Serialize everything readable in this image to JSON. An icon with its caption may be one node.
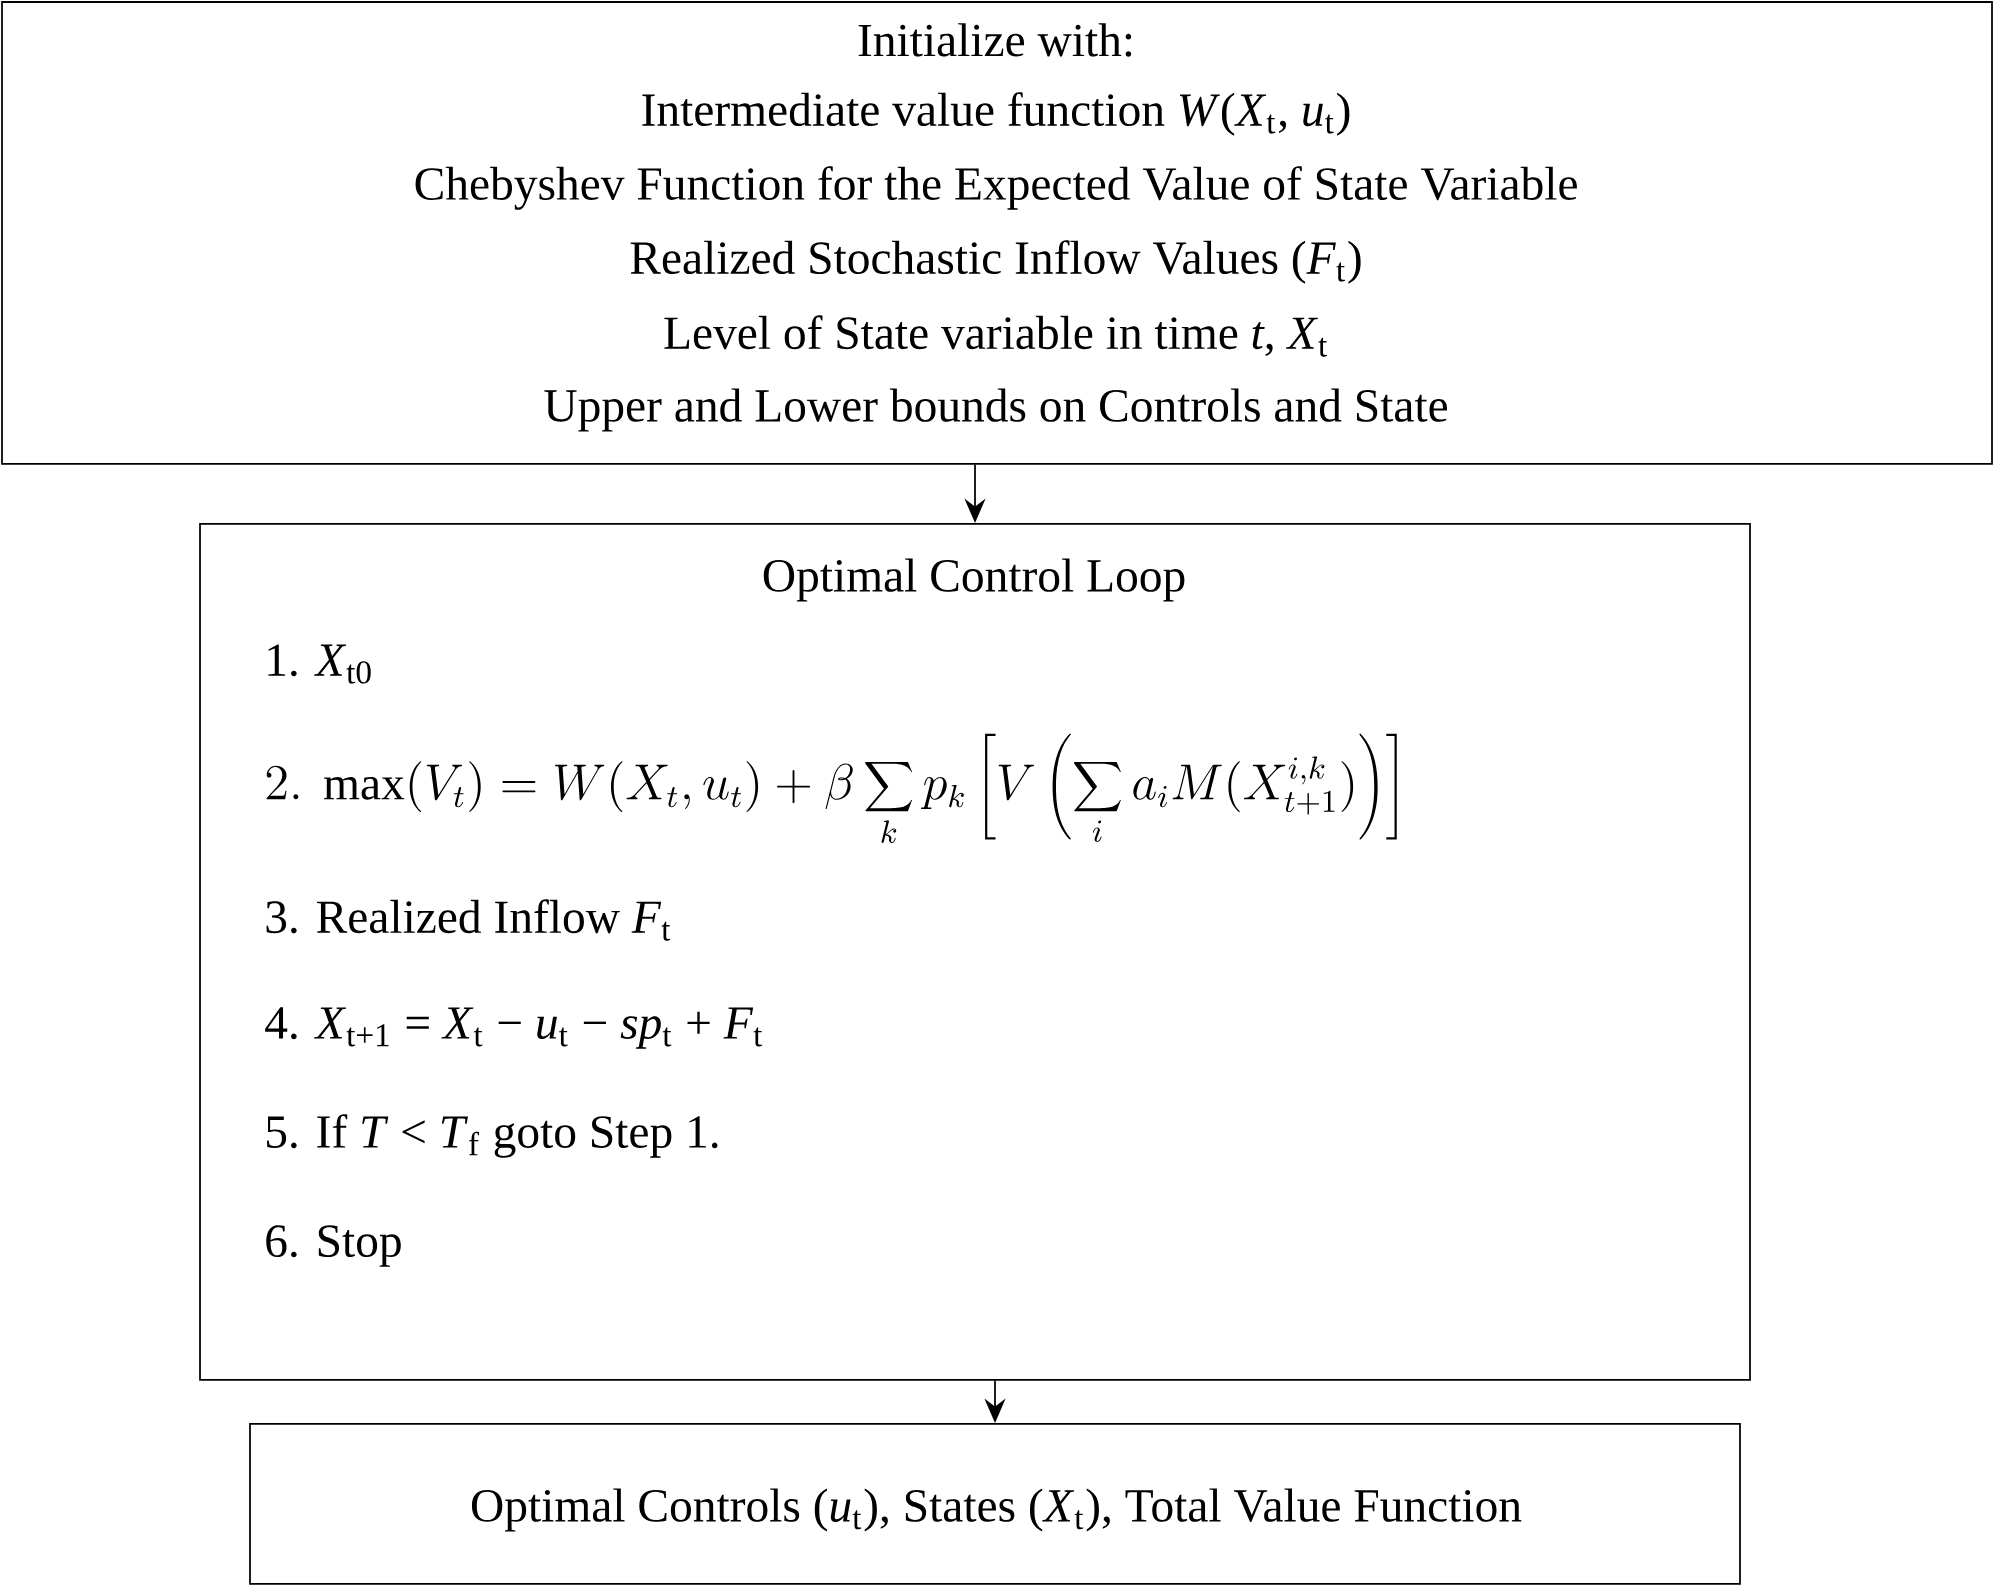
{
  "diagram": {
    "nodes": [
      {
        "text": [
          "Initialize with:",
          "Intermediate value function *W*(*X*$_{t}$, *u*$_{t}$)",
          "Chebyshev Function for the Expected Value of State Variable",
          "Realized Stochastic Inflow Values (*F*$_{t}$)",
          "Level of State variable in time *t*, *X*$_{t}$",
          "Upper and Lower bounds on Controls and State"
        ]
      },
      {
        "text": [
          "Optimal Control Loop",
          "1. *X*$_{t0}$",
          "2.\\ \\max(V_t) = W(X_t,u_t) + \\beta \\sum_k p_k \\left[ V \\left( \\sum_i a_i M(X^{i,k}_{t+1}) \\right) \\right]",
          "3. Realized Inflow *F*$_{t}$",
          "4. *X*$_{t+1}$ = *X*$_{t}$ − *u*$_{t}$ − *sp*$_{t}$ + *F*$_{t}$",
          "5. If *T* < *T*$_{f}$ goto Step 1.",
          "6. Stop"
        ]
      },
      {
        "text": [
          "Optimal Controls (*u*$_{t}$), States (*X*$_{t}$), Total Value Function"
        ]
      }
    ],
    "edges": [
      {
        "from": 0,
        "to": 1,
        "arrow": "to"
      },
      {
        "from": 1,
        "to": 2,
        "arrow": "to"
      }
    ]
  }
}
